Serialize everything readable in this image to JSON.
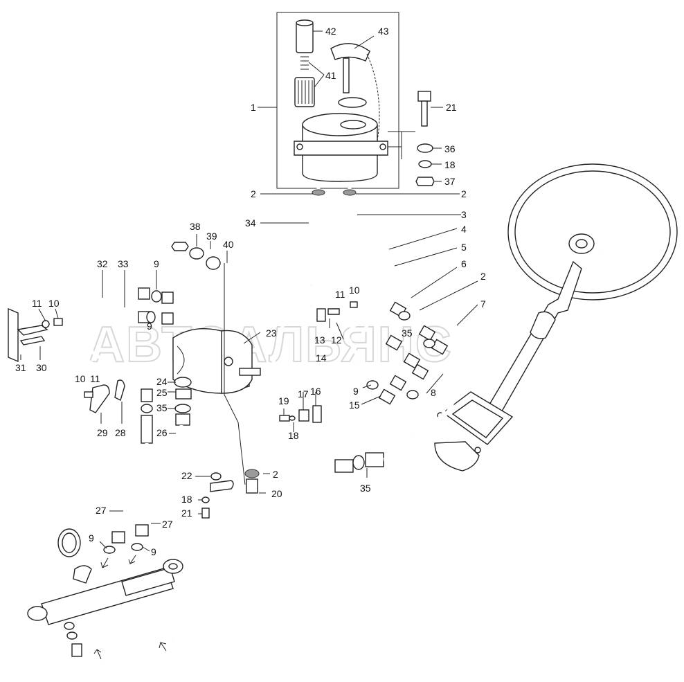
{
  "watermark": "АВТОАЛЬЯНС",
  "labels": [
    {
      "id": "l1",
      "text": "1"
    },
    {
      "id": "l42",
      "text": "42"
    },
    {
      "id": "l43",
      "text": "43"
    },
    {
      "id": "l41",
      "text": "41"
    },
    {
      "id": "l21a",
      "text": "21"
    },
    {
      "id": "l36",
      "text": "36"
    },
    {
      "id": "l18a",
      "text": "18"
    },
    {
      "id": "l37",
      "text": "37"
    },
    {
      "id": "l2a",
      "text": "2"
    },
    {
      "id": "l2b",
      "text": "2"
    },
    {
      "id": "l34",
      "text": "34"
    },
    {
      "id": "l3",
      "text": "3"
    },
    {
      "id": "l4",
      "text": "4"
    },
    {
      "id": "l5",
      "text": "5"
    },
    {
      "id": "l6",
      "text": "6"
    },
    {
      "id": "l2c",
      "text": "2"
    },
    {
      "id": "l7",
      "text": "7"
    },
    {
      "id": "l38",
      "text": "38"
    },
    {
      "id": "l39",
      "text": "39"
    },
    {
      "id": "l40",
      "text": "40"
    },
    {
      "id": "l32",
      "text": "32"
    },
    {
      "id": "l33",
      "text": "33"
    },
    {
      "id": "l9a",
      "text": "9"
    },
    {
      "id": "l9b",
      "text": "9"
    },
    {
      "id": "l11a",
      "text": "11"
    },
    {
      "id": "l10a",
      "text": "10"
    },
    {
      "id": "l31",
      "text": "31"
    },
    {
      "id": "l30",
      "text": "30"
    },
    {
      "id": "l11b",
      "text": "11"
    },
    {
      "id": "l10b",
      "text": "10"
    },
    {
      "id": "l13",
      "text": "13"
    },
    {
      "id": "l12",
      "text": "12"
    },
    {
      "id": "l14",
      "text": "14"
    },
    {
      "id": "l35a",
      "text": "35"
    },
    {
      "id": "l23",
      "text": "23"
    },
    {
      "id": "l10c",
      "text": "10"
    },
    {
      "id": "l11c",
      "text": "11"
    },
    {
      "id": "l24",
      "text": "24"
    },
    {
      "id": "l25",
      "text": "25"
    },
    {
      "id": "l35b",
      "text": "35"
    },
    {
      "id": "l26",
      "text": "26"
    },
    {
      "id": "l29",
      "text": "29"
    },
    {
      "id": "l28",
      "text": "28"
    },
    {
      "id": "l19",
      "text": "19"
    },
    {
      "id": "l17",
      "text": "17"
    },
    {
      "id": "l16",
      "text": "16"
    },
    {
      "id": "l18b",
      "text": "18"
    },
    {
      "id": "l9c",
      "text": "9"
    },
    {
      "id": "l15",
      "text": "15"
    },
    {
      "id": "l8",
      "text": "8"
    },
    {
      "id": "l22",
      "text": "22"
    },
    {
      "id": "l2d",
      "text": "2"
    },
    {
      "id": "l20",
      "text": "20"
    },
    {
      "id": "l35c",
      "text": "35"
    },
    {
      "id": "l18c",
      "text": "18"
    },
    {
      "id": "l21b",
      "text": "21"
    },
    {
      "id": "l27a",
      "text": "27"
    },
    {
      "id": "l27b",
      "text": "27"
    },
    {
      "id": "l9d",
      "text": "9"
    },
    {
      "id": "l9e",
      "text": "9"
    }
  ]
}
